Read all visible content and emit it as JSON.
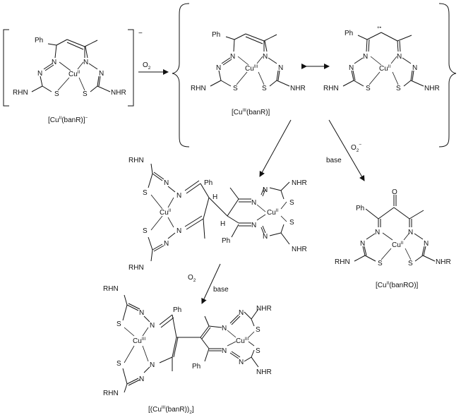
{
  "caption_1": "[CuII(banR)]−",
  "caption_2": "[CuIII(banR)]",
  "caption_3": "[CuII(banRO)]",
  "caption_4": "[(CuIII(banR))2]",
  "reagent_o2": "O2",
  "reagent_o2_second": "O2",
  "reagent_base_right": "base",
  "reagent_superoxide": "O2−",
  "reagent_base_lower": "base",
  "charge_minus": "−",
  "radical_cation": "+•",
  "atoms": {
    "ph": "Ph",
    "n": "N",
    "s": "S",
    "rhn": "RHN",
    "nhr": "NHR",
    "h": "H",
    "o": "O",
    "cu_ii": "CuII",
    "cu_iii": "CuIII"
  }
}
